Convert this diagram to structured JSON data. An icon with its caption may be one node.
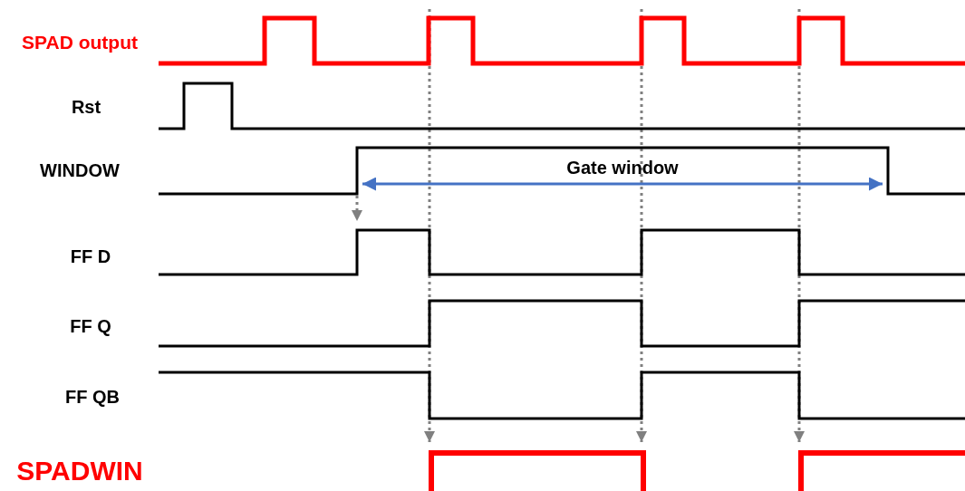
{
  "diagram": {
    "labels": [
      "SPAD output",
      "Rst",
      "WINDOW",
      "Gate window",
      "FF D",
      "FF Q",
      "FF QB",
      "SPADWIN"
    ]
  }
}
